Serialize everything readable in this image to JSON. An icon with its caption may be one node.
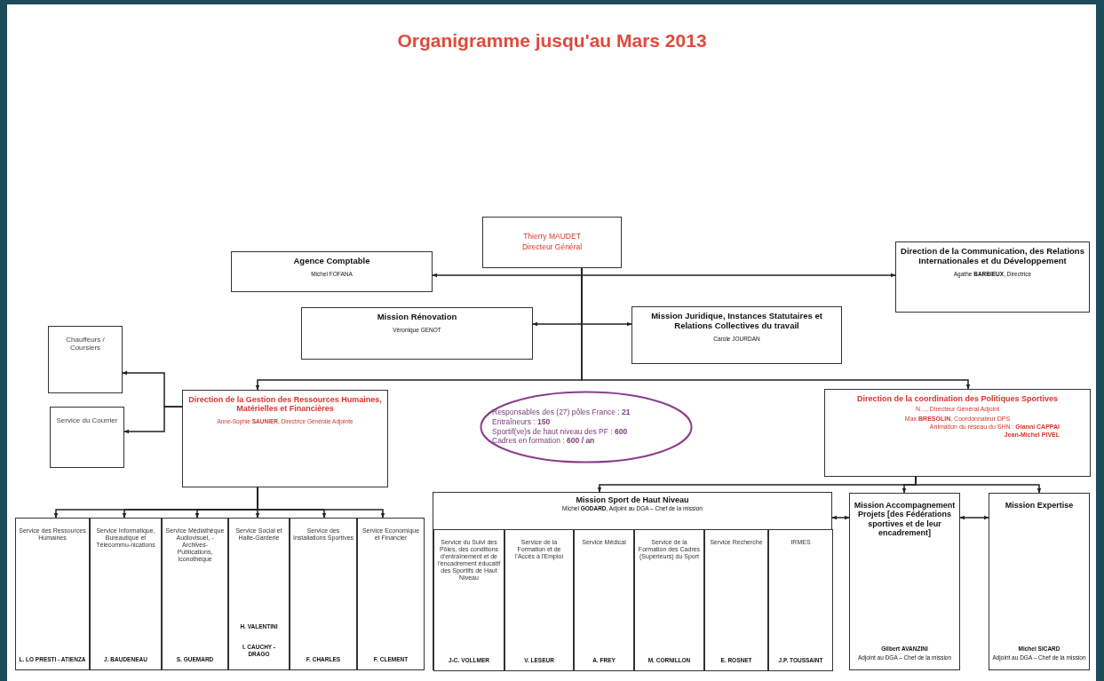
{
  "diagram": {
    "title": "Organigramme jusqu'au Mars 2013",
    "nodes": [
      {
        "text": [
          "Thierry MAUDET",
          "Directeur Général"
        ]
      },
      {
        "text": [
          "Agence Comptable",
          "Michel FOFANA"
        ]
      },
      {
        "text": [
          "Direction de la Communication, des Relations Internationales et du Développement",
          "Agathe **BARBIEUX**, Directrice"
        ]
      },
      {
        "text": [
          "Mission Rénovation",
          "Véronique GENOT"
        ]
      },
      {
        "text": [
          "Mission Juridique, Instances Statutaires et Relations Collectives du travail",
          "Carole JOURDAN"
        ]
      },
      {
        "text": [
          "Chauffeurs / Coursiers"
        ]
      },
      {
        "text": [
          "Service du Courrier"
        ]
      },
      {
        "text": [
          "Direction de la Gestion des Ressources Humaines, Matérielles et Financières",
          "Anne-Sophie **SAUNIER**, Directrice Générale Adjointe"
        ]
      },
      {
        "text": [
          "Responsables des (27) pôles France : **21**",
          "Entraîneurs : **150**",
          "Sportif(ve)s de haut niveau des PF : **600**",
          "Cadres en formation : **600 / an**"
        ]
      },
      {
        "text": [
          "Direction de la coordination des Politiques Sportives",
          "N…, Directeur Général Adjoint",
          "Max **BRESOLIN**, Coordonnateur DPS",
          "Animation du réseau du SHN : **Gianni CAPPAI**",
          "**Jean-Michel PIVEL**"
        ]
      },
      {
        "text": [
          "Service des Ressources Humaines",
          "L. LO PRESTI - ATIENZA"
        ]
      },
      {
        "text": [
          "Service Informatique, Bureautique et Télécommu-nications",
          "J. BAUDENEAU"
        ]
      },
      {
        "text": [
          "Service Médiathèque Audiovisuel, -Archives- Publications, Iconothèque",
          "S. GUEMARD"
        ]
      },
      {
        "text": [
          "Service Social et Halte-Garderie",
          "H. VALENTINI",
          "I. CAUCHY - DRAGO"
        ]
      },
      {
        "text": [
          "Service des Installations Sportives",
          "F. CHARLES"
        ]
      },
      {
        "text": [
          "Service Economique et Financier",
          "F. CLEMENT"
        ]
      },
      {
        "text": [
          "Mission Sport de Haut Niveau",
          "Michel **GODARD**, Adjoint au DGA – Chef de la mission"
        ]
      },
      {
        "text": [
          "Service du Suivi des Pôles, des conditions d'entraînement et de l'encadrement éducatif des Sportifs de Haut Niveau",
          "J-C. VOLLMER"
        ],
        "in": 16
      },
      {
        "text": [
          "Service de la Formation et de l'Accès à l'Emploi",
          "V. LESEUR"
        ],
        "in": 16
      },
      {
        "text": [
          "Service Médical",
          "A. FREY"
        ],
        "in": 16
      },
      {
        "text": [
          "Service de la Formation des Cadres (Supérieurs) du Sport",
          "M. CORNILLON"
        ],
        "in": 16
      },
      {
        "text": [
          "Service Recherche",
          "E. ROSNET"
        ],
        "in": 16
      },
      {
        "text": [
          "IRMES",
          "J.P. TOUSSAINT"
        ],
        "in": 16
      },
      {
        "text": [
          "Mission Accompagnement Projets [des Fédérations sportives et de leur encadrement]",
          "Gilbert **AVANZINI**",
          "Adjoint au DGA – Chef de la mission"
        ]
      },
      {
        "text": [
          "Mission Expertise",
          "Michel **SICARD**",
          "Adjoint au DGA – Chef de la mission"
        ]
      }
    ],
    "edges": [
      {
        "from": 0,
        "to": 1,
        "arrow": "to"
      },
      {
        "from": 0,
        "to": 2,
        "arrow": "to"
      },
      {
        "from": 0,
        "to": 3,
        "arrow": "to"
      },
      {
        "from": 0,
        "to": 4,
        "arrow": "to"
      },
      {
        "from": 0,
        "to": 7,
        "arrow": "to"
      },
      {
        "from": 0,
        "to": 9,
        "arrow": "to"
      },
      {
        "from": 7,
        "to": 5,
        "arrow": "to"
      },
      {
        "from": 7,
        "to": 6,
        "arrow": "to"
      },
      {
        "from": 7,
        "to": 10,
        "arrow": "to"
      },
      {
        "from": 7,
        "to": 11,
        "arrow": "to"
      },
      {
        "from": 7,
        "to": 12,
        "arrow": "to"
      },
      {
        "from": 7,
        "to": 13,
        "arrow": "to"
      },
      {
        "from": 7,
        "to": 14,
        "arrow": "to"
      },
      {
        "from": 7,
        "to": 15,
        "arrow": "to"
      },
      {
        "from": 9,
        "to": 16,
        "arrow": "to"
      },
      {
        "from": 9,
        "to": 23,
        "arrow": "to"
      },
      {
        "from": 9,
        "to": 24,
        "arrow": "to"
      },
      {
        "from": 16,
        "to": 23,
        "arrow": "both"
      },
      {
        "from": 23,
        "to": 24,
        "arrow": "both"
      }
    ]
  }
}
